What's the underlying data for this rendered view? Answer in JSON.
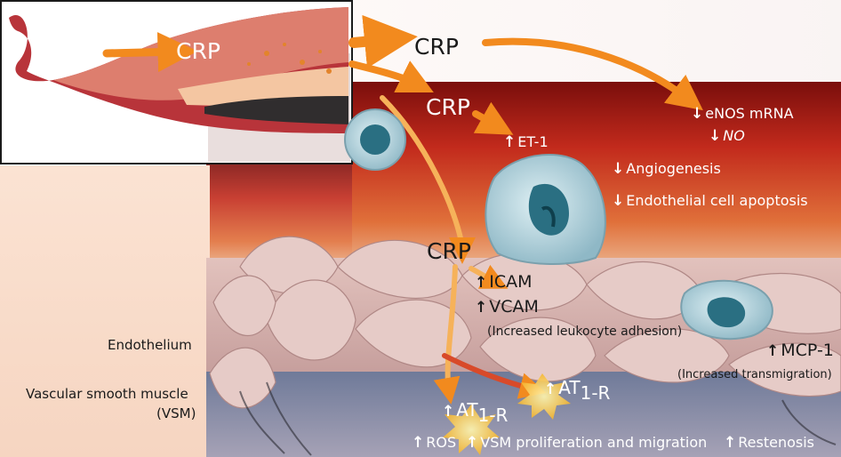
{
  "crp": {
    "inset": "CRP",
    "top": "CRP",
    "mid": "CRP",
    "low": "CRP"
  },
  "up_arrow": "↑",
  "down_arrow": "↓",
  "effects": {
    "enos": "eNOS mRNA",
    "no": "NO",
    "et1": "ET-1",
    "angiogenesis": "Angiogenesis",
    "apoptosis": "Endothelial cell apoptosis",
    "icam": "ICAM",
    "vcam": "VCAM",
    "adhesion": "(Increased leukocyte adhesion)",
    "mcp1": "MCP-1",
    "transmigration": "(Increased transmigration)",
    "at1r_main": "AT",
    "at1r_sub": "1-R",
    "ros": "ROS",
    "vsm_prolif": "VSM proliferation and migration",
    "restenosis": "Restenosis"
  },
  "layers": {
    "endothelium": "Endothelium",
    "vsm_line1": "Vascular smooth muscle",
    "vsm_line2": "(VSM)"
  },
  "colors": {
    "arrow": "#f28a1e",
    "arrow_light": "#f6b25a",
    "endothelium_red": "#c8281e",
    "cell_blue": "#b9dde6",
    "nucleus": "#2a6f82",
    "tissue": "#d7b7b3",
    "vsm": "#8690a8",
    "left_panel": "#f9dcc9",
    "burst": "#ffd54a"
  }
}
